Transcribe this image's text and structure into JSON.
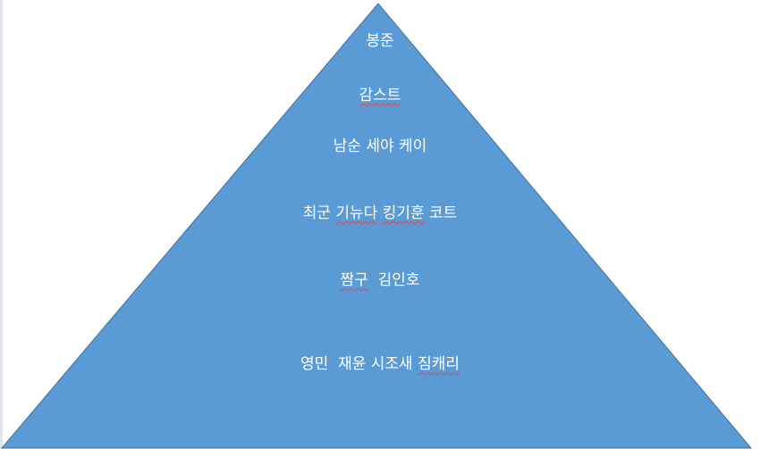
{
  "colors": {
    "fill": "#5b9bd5",
    "stroke": "#41719c",
    "text": "#ffffff",
    "spell_underline": "#e04848"
  },
  "tiers": [
    {
      "segments": [
        {
          "text": "봉준",
          "squiggle": false
        }
      ]
    },
    {
      "segments": [
        {
          "text": "감스트",
          "squiggle": true
        }
      ]
    },
    {
      "segments": [
        {
          "text": "남순 세야 케이",
          "squiggle": false
        }
      ]
    },
    {
      "segments": [
        {
          "text": "최군 ",
          "squiggle": false
        },
        {
          "text": "기뉴다",
          "squiggle": true
        },
        {
          "text": " ",
          "squiggle": false
        },
        {
          "text": "킹기훈",
          "squiggle": true
        },
        {
          "text": " 코트",
          "squiggle": false
        }
      ]
    },
    {
      "segments": [
        {
          "text": "짬구",
          "squiggle": true
        },
        {
          "text": "  김인호",
          "squiggle": false
        }
      ]
    },
    {
      "segments": [
        {
          "text": "영민  재윤 시조새 ",
          "squiggle": false
        },
        {
          "text": "짐캐리",
          "squiggle": true
        }
      ]
    }
  ]
}
